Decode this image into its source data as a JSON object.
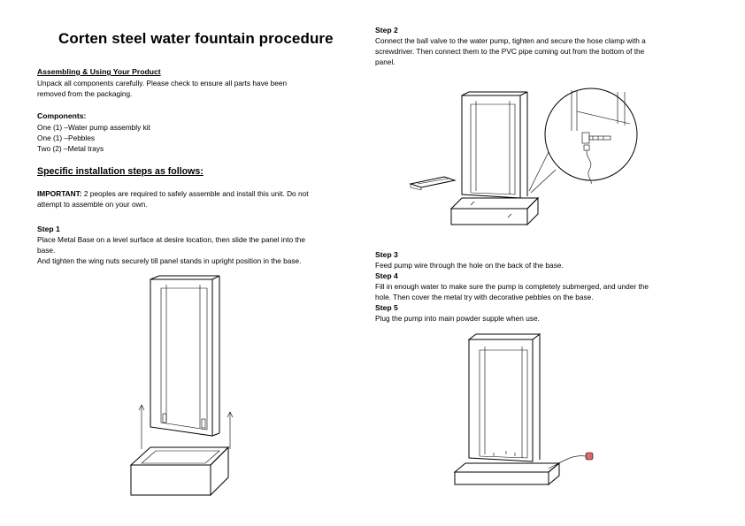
{
  "title": "Corten steel water fountain procedure",
  "assembling": {
    "heading": "Assembling & Using Your Product",
    "lines": [
      "Unpack all components carefully. Please check to ensure all parts have been",
      "removed from the packaging."
    ]
  },
  "components": {
    "heading": "Components:",
    "items": [
      "One (1) –Water pump assembly kit",
      "One (1) –Pebbles",
      "Two (2) –Metal trays"
    ]
  },
  "specific": {
    "heading": "Specific installation steps as follows:"
  },
  "important": {
    "label": "IMPORTANT:",
    "line1_rest": " 2 peoples are required to safely assemble and install this unit. Do not",
    "line2": "attempt to assemble on your own."
  },
  "steps": [
    {
      "heading": "Step 1",
      "lines": [
        "Place Metal Base on a level surface at desire location, then slide the panel into the",
        "base.",
        "And tighten the wing nuts securely till panel stands in upright position in the base."
      ]
    },
    {
      "heading": "Step 2",
      "lines": [
        "Connect the ball valve to the water pump, tighten and secure the hose clamp with a",
        "screwdriver. Then connect them to the PVC pipe coming out from the bottom of the",
        "panel."
      ]
    },
    {
      "heading": "Step 3",
      "lines": [
        "Feed pump wire through the hole on the back of the base."
      ]
    },
    {
      "heading": "Step 4",
      "lines": [
        "Fill in enough water to make sure the pump is completely submerged, and under the",
        "hole. Then cover the metal try with decorative pebbles on the base."
      ]
    },
    {
      "heading": "Step 5",
      "lines": [
        "Plug the pump into main powder supple when use."
      ]
    }
  ]
}
